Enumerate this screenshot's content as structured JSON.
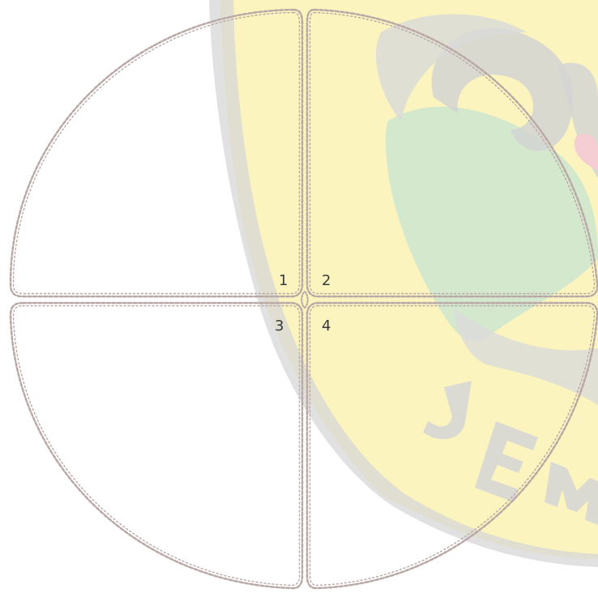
{
  "diagram": {
    "quadrant_labels": [
      "1",
      "2",
      "3",
      "4"
    ],
    "watermark": {
      "text": "JEM",
      "kind": "logo-watermark"
    },
    "colors": {
      "background": "#ffffff",
      "outline": "#b9a8a6",
      "watermark_yellow": "#fbf3b8",
      "watermark_gray": "#cfcfcf",
      "watermark_green": "#cfe6c8",
      "watermark_pink": "#f3c9cf",
      "label": "#3a3a3a"
    }
  }
}
